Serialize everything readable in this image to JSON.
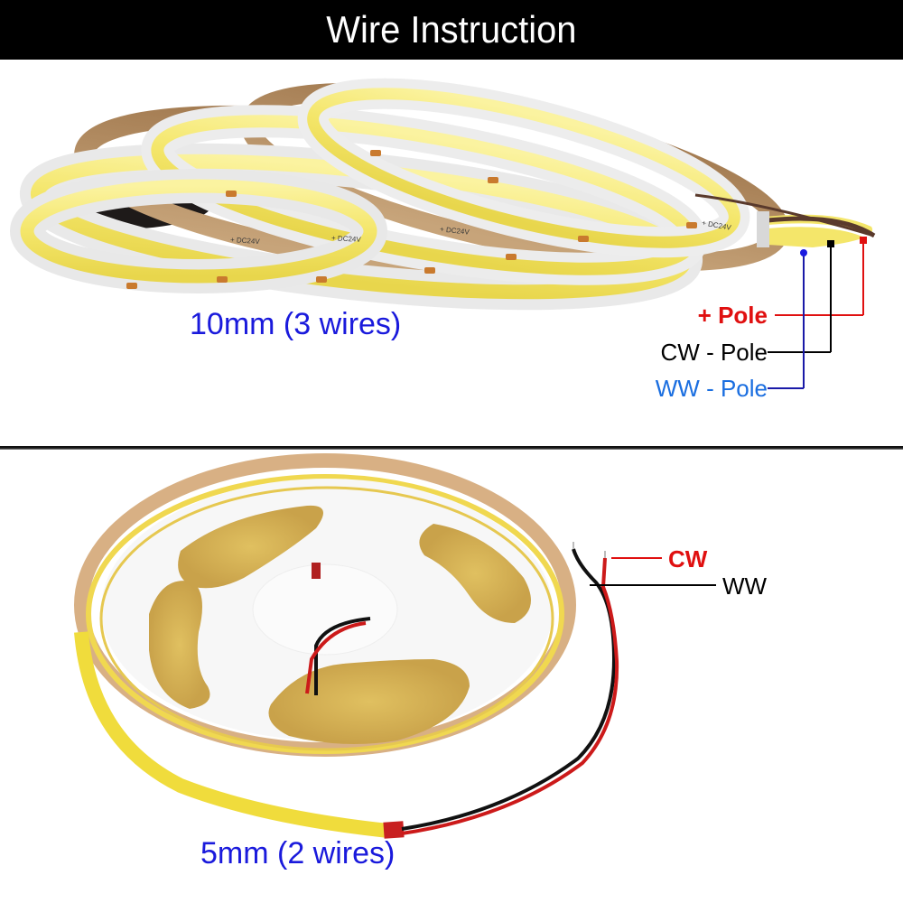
{
  "header": {
    "title": "Wire Instruction"
  },
  "strip_10mm": {
    "caption": "10mm (3 wires)",
    "caption_color": "#1a1adc",
    "strip_marking": "+ DC24V",
    "wires": [
      {
        "label": "+ Pole",
        "color": "#e01010",
        "line_color": "#e01010"
      },
      {
        "label": "CW - Pole",
        "color": "#000000",
        "line_color": "#000000"
      },
      {
        "label": "WW - Pole",
        "color": "#1a6ee0",
        "line_color": "#1a1aa8"
      }
    ]
  },
  "strip_5mm": {
    "caption": "5mm (2 wires)",
    "caption_color": "#1a1adc",
    "wires": [
      {
        "label": "CW",
        "color": "#e01010",
        "line_color": "#e01010"
      },
      {
        "label": "WW",
        "color": "#000000",
        "line_color": "#000000"
      }
    ]
  },
  "colors": {
    "strip_yellow": "#f4e66a",
    "strip_white": "#e9e9e9",
    "tape_brown": "#b58f62",
    "pad_orange": "#c97a2e",
    "reel_white": "#f7f7f7"
  }
}
